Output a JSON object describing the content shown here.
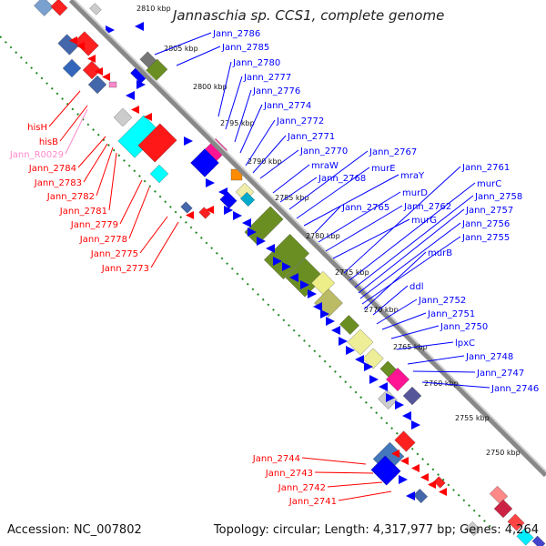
{
  "title": "Jannaschia sp. CCS1, complete genome",
  "accession": "Accession: NC_007802",
  "topology": "Topology: circular; Length: 4,317,977 bp; Genes: 4,264",
  "colors": {
    "forward": "#ff0000",
    "reverse": "#0000ff",
    "rna": "#ff88cc",
    "backbone": "#999999",
    "ruler": "#228822"
  },
  "scale_labels": [
    "2810 kbp",
    "2805 kbp",
    "2800 kbp",
    "2795 kbp",
    "2790 kbp",
    "2785 kbp",
    "2780 kbp",
    "2775 kbp",
    "2770 kbp",
    "2765 kbp",
    "2760 kbp",
    "2755 kbp",
    "2750 kbp"
  ],
  "left_labels": [
    {
      "text": "hisH",
      "strand": "forward"
    },
    {
      "text": "hisB",
      "strand": "forward"
    },
    {
      "text": "Jann_R0029",
      "strand": "rna"
    },
    {
      "text": "Jann_2784",
      "strand": "forward"
    },
    {
      "text": "Jann_2783",
      "strand": "forward"
    },
    {
      "text": "Jann_2782",
      "strand": "forward"
    },
    {
      "text": "Jann_2781",
      "strand": "forward"
    },
    {
      "text": "Jann_2779",
      "strand": "forward"
    },
    {
      "text": "Jann_2778",
      "strand": "forward"
    },
    {
      "text": "Jann_2775",
      "strand": "forward"
    },
    {
      "text": "Jann_2773",
      "strand": "forward"
    },
    {
      "text": "Jann_2744",
      "strand": "forward"
    },
    {
      "text": "Jann_2743",
      "strand": "forward"
    },
    {
      "text": "Jann_2742",
      "strand": "forward"
    },
    {
      "text": "Jann_2741",
      "strand": "forward"
    }
  ],
  "right_labels": [
    {
      "text": "Jann_2786"
    },
    {
      "text": "Jann_2785"
    },
    {
      "text": "Jann_2780"
    },
    {
      "text": "Jann_2777"
    },
    {
      "text": "Jann_2776"
    },
    {
      "text": "Jann_2774"
    },
    {
      "text": "Jann_2772"
    },
    {
      "text": "Jann_2771"
    },
    {
      "text": "Jann_2770"
    },
    {
      "text": "mraW"
    },
    {
      "text": "Jann_2768"
    },
    {
      "text": "Jann_2767"
    },
    {
      "text": "murE"
    },
    {
      "text": "mraY"
    },
    {
      "text": "Jann_2765"
    },
    {
      "text": "murD"
    },
    {
      "text": "Jann_2762"
    },
    {
      "text": "murG"
    },
    {
      "text": "Jann_2761"
    },
    {
      "text": "murC"
    },
    {
      "text": "Jann_2758"
    },
    {
      "text": "Jann_2757"
    },
    {
      "text": "Jann_2756"
    },
    {
      "text": "Jann_2755"
    },
    {
      "text": "murB"
    },
    {
      "text": "ddl"
    },
    {
      "text": "Jann_2752"
    },
    {
      "text": "Jann_2751"
    },
    {
      "text": "Jann_2750"
    },
    {
      "text": "lpxC"
    },
    {
      "text": "Jann_2748"
    },
    {
      "text": "Jann_2747"
    },
    {
      "text": "Jann_2746"
    }
  ]
}
